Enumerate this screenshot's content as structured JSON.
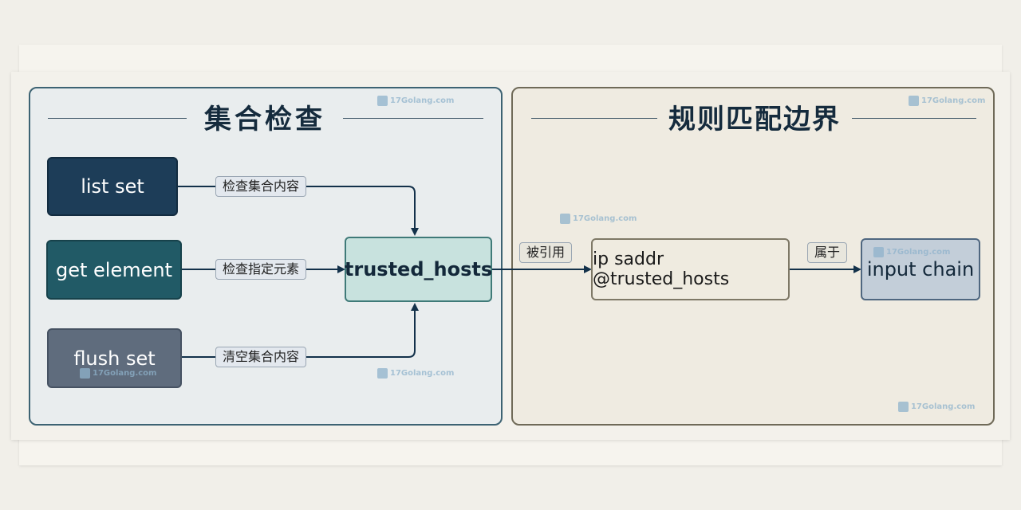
{
  "left_panel": {
    "title": "集合检查",
    "nodes": {
      "list_set": "list set",
      "get_element": "get element",
      "flush_set": "flush set",
      "trusted_hosts": "trusted_hosts"
    },
    "edge_labels": {
      "list": "检查集合内容",
      "get": "检查指定元素",
      "flush": "清空集合内容"
    }
  },
  "right_panel": {
    "title": "规则匹配边界",
    "nodes": {
      "rule": "ip saddr @trusted_hosts",
      "chain": "input chain"
    },
    "edge_labels": {
      "referenced": "被引用",
      "belongs": "属于"
    }
  },
  "watermark": "17Golang.com",
  "colors": {
    "list_set": "#1d3d58",
    "get_element": "#215a66",
    "flush_set": "#5f6c7d",
    "trusted_hosts": "#c8e2de",
    "rule": "#efebe0",
    "chain": "#c3ced9",
    "arrow": "#13314a"
  }
}
